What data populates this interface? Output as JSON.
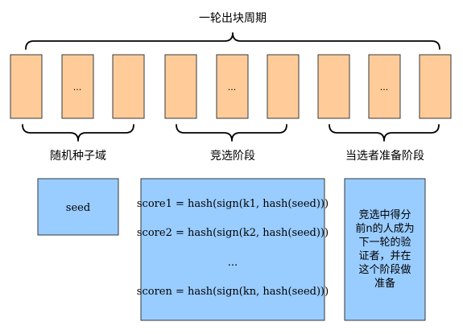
{
  "title": "一轮出块周期",
  "blocks": {
    "ellipsis": "..."
  },
  "phases": [
    {
      "label": "随机种子域"
    },
    {
      "label": "竞选阶段"
    },
    {
      "label": "当选者准备阶段"
    }
  ],
  "seed_box": {
    "text": "seed"
  },
  "score_box": {
    "lines": [
      "score1 = hash(sign(k1, hash(seed)))",
      "score2 = hash(sign(k2, hash(seed)))",
      "...",
      "scoren = hash(sign(kn, hash(seed)))"
    ]
  },
  "prep_box": {
    "lines": [
      "竞选中得分",
      "前n的人成为",
      "下一轮的验",
      "证者，并在",
      "这个阶段做",
      "准备"
    ]
  },
  "colors": {
    "block_fill": "#FFCC99",
    "box_fill": "#99CCFF",
    "stroke": "#36393D"
  }
}
